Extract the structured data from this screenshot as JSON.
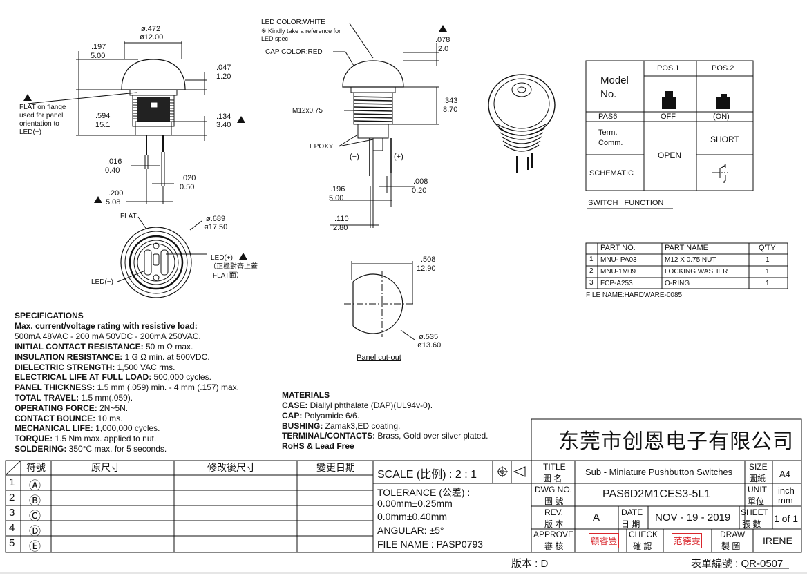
{
  "drawing": {
    "side": {
      "d1_in": "ø.472",
      "d1_mm": "ø12.00",
      "h1_in": ".197",
      "h1_mm": "5.00",
      "r1_in": ".047",
      "r1_mm": "1.20",
      "flat_note": [
        "FLAT on flange",
        "used for panel",
        "orientation to",
        "LED(+)"
      ],
      "h2_in": ".594",
      "h2_mm": "15.1",
      "r2_in": ".134",
      "r2_mm": "3.40",
      "p1_in": ".016",
      "p1_mm": "0.40",
      "p2_in": ".020",
      "p2_mm": "0.50",
      "p3_in": ".200",
      "p3_mm": "5.08"
    },
    "front": {
      "led_color": "LED COLOR:WHITE",
      "led_ref": [
        "※ Kindly take a reference for",
        "LED spec"
      ],
      "cap_color": "CAP COLOR:RED",
      "top_in": ".078",
      "top_mm": "2.0",
      "h_in": ".343",
      "h_mm": "8.70",
      "thread": "M12x0.75",
      "epoxy": "EPOXY",
      "neg": "(−)",
      "pos": "(+)",
      "p1_in": ".008",
      "p1_mm": "0.20",
      "p2_in": ".196",
      "p2_mm": "5.00",
      "p3_in": ".110",
      "p3_mm": "2.80"
    },
    "bottom": {
      "flat": "FLAT",
      "d_in": "ø.689",
      "d_mm": "ø17.50",
      "led_pos": "LED(+)",
      "note1": "（正極對齊上蓋",
      "note2": "FLAT面）",
      "led_neg": "LED(−)"
    },
    "cutout": {
      "w_in": ".508",
      "w_mm": "12.90",
      "d_in": "ø.535",
      "d_mm": "ø13.60",
      "title": "Panel cut-out"
    }
  },
  "switch_function": {
    "title": "SWITCH   FUNCTION",
    "model": "Model",
    "no": "No.",
    "pos1": "POS.1",
    "pos2": "POS.2",
    "model_name": "PAS6",
    "off": "OFF",
    "on": "(ON)",
    "term": "Term.",
    "comm": "Comm.",
    "open": "OPEN",
    "short": "SHORT",
    "schematic": "SCHEMATIC"
  },
  "hardware": {
    "headers": [
      "PART NO.",
      "PART NAME",
      "Q'TY"
    ],
    "rows": [
      {
        "n": "1",
        "part": "MNU- PA03",
        "name": "M12 X 0.75 NUT",
        "qty": "1"
      },
      {
        "n": "2",
        "part": "MNU-1M09",
        "name": "LOCKING WASHER",
        "qty": "1"
      },
      {
        "n": "3",
        "part": "FCP-A253",
        "name": "O-RING",
        "qty": "1"
      }
    ],
    "file": "FILE NAME:HARDWARE-0085"
  },
  "specifications": {
    "heading": "SPECIFICATIONS",
    "l1": "Max. current/voltage rating with resistive load:",
    "l2": "500mA 48VAC - 200 mA 50VDC - 200mA 250VAC.",
    "items": [
      {
        "k": "INITIAL CONTACT RESISTANCE:",
        "v": " 50 m Ω max."
      },
      {
        "k": "INSULATION RESISTANCE:",
        "v": " 1 G Ω min. at 500VDC."
      },
      {
        "k": "DIELECTRIC STRENGTH:",
        "v": " 1,500 VAC rms."
      },
      {
        "k": "ELECTRICAL LIFE AT FULL LOAD:",
        "v": " 500,000 cycles."
      },
      {
        "k": "PANEL THICKNESS:",
        "v": " 1.5 mm (.059) min. - 4 mm (.157) max."
      },
      {
        "k": "TOTAL TRAVEL:",
        "v": " 1.5 mm(.059)."
      },
      {
        "k": "OPERATING FORCE:",
        "v": " 2N~5N."
      },
      {
        "k": "CONTACT BOUNCE:",
        "v": " 10 ms."
      },
      {
        "k": "MECHANICAL LIFE:",
        "v": " 1,000,000  cycles."
      },
      {
        "k": "TORQUE:",
        "v": " 1.5 Nm max. applied to nut."
      },
      {
        "k": "SOLDERING:",
        "v": " 350°C max. for 5 seconds."
      }
    ]
  },
  "materials": {
    "heading": "MATERIALS",
    "items": [
      {
        "k": "CASE:",
        "v": " Diallyl phthalate (DAP)(UL94v-0)."
      },
      {
        "k": "CAP:",
        "v": " Polyamide 6/6."
      },
      {
        "k": "BUSHING:",
        "v": " Zamak3,ED coating."
      },
      {
        "k": "TERMINAL/CONTACTS:",
        "v": " Brass, Gold over silver plated."
      }
    ],
    "rohs": "RoHS & Lead Free"
  },
  "title_block": {
    "company": "东莞市创恩电子有限公司",
    "rev_headers": [
      "符號",
      "原尺寸",
      "修改後尺寸",
      "變更日期"
    ],
    "rev_rows": [
      "1",
      "2",
      "3",
      "4",
      "5"
    ],
    "rev_marks": [
      "Ⓐ",
      "Ⓑ",
      "Ⓒ",
      "Ⓓ",
      "Ⓔ"
    ],
    "scale": "SCALE (比例) : 2 : 1",
    "tolerance": "TOLERANCE (公差) :",
    "tol1": "0.00mm±0.25mm",
    "tol2": "0.0mm±0.40mm",
    "angular": "ANGULAR: ±5°",
    "file_name": "FILE NAME : PASP0793",
    "title_en": "TITLE",
    "title_zh": "圖 名",
    "title_val": "Sub - Miniature Pushbutton Switches",
    "size_en": "SIZE",
    "size_zh": "圖紙",
    "size_val": "A4",
    "dwg_en": "DWG NO.",
    "dwg_zh": "圖 號",
    "dwg_val": "PAS6D2M1CES3-5L1",
    "unit_en": "UNIT",
    "unit_zh": "單位",
    "unit_val1": "inch",
    "unit_val2": "mm",
    "rev_en": "REV.",
    "rev_zh": "版 本",
    "rev_val": "A",
    "date_en": "DATE",
    "date_zh": "日 期",
    "date_val": "NOV - 19 - 2019",
    "sheet_en": "SHEET",
    "sheet_zh": "張 數",
    "sheet_val": "1 of 1",
    "approve_en": "APPROVE",
    "approve_zh": "審 核",
    "check_en": "CHECK",
    "check_zh": "確 認",
    "draw_en": "DRAW",
    "draw_zh": "製 圖",
    "draw_val": "IRENE",
    "stamp1": "顧睿豐",
    "stamp2": "范德雯"
  },
  "footer": {
    "version": "版本 : D",
    "form_no": "表單編號 : QR-0507"
  },
  "colors": {
    "line": "#111111",
    "stamp": "#d9262c"
  }
}
